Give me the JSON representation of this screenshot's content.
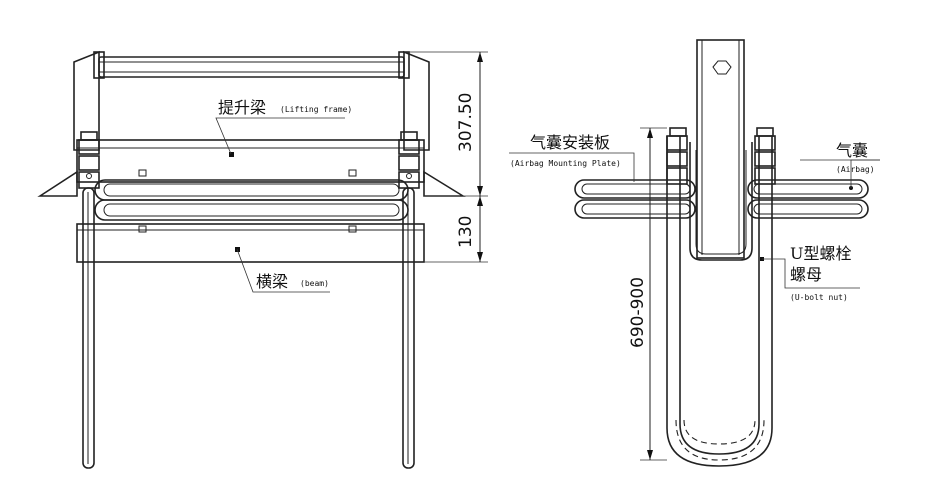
{
  "left_view": {
    "lifting_frame": {
      "cn": "提升梁",
      "en": "(Lifting frame)"
    },
    "beam": {
      "cn": "横梁",
      "en": "(beam)"
    },
    "dim_top": "307.50",
    "dim_bottom": "130"
  },
  "right_view": {
    "mounting_plate": {
      "cn": "气囊安装板",
      "en": "(Airbag Mounting Plate)"
    },
    "airbag": {
      "cn": "气囊",
      "en": "(Airbag)"
    },
    "u_bolt_nut": {
      "cn_line1": "U型螺栓",
      "cn_line2": "螺母",
      "en": "(U-bolt nut)"
    },
    "dim_length": "690-900"
  },
  "colors": {
    "line": "#222222",
    "background": "#ffffff"
  }
}
